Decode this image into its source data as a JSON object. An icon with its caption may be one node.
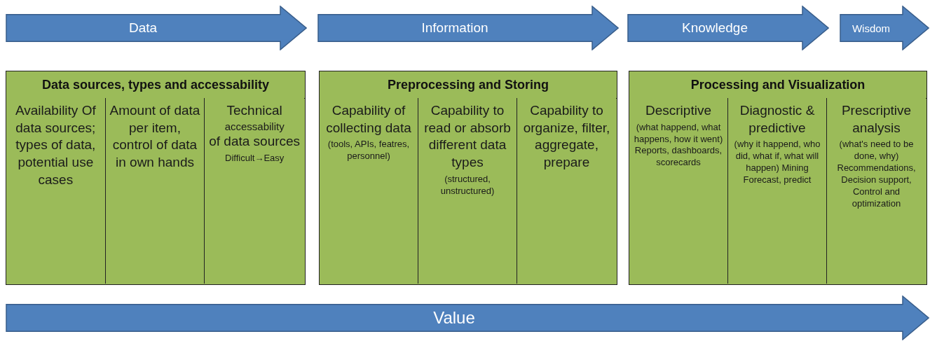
{
  "diagram": {
    "nodes": [
      {
        "text": [
          "Data"
        ]
      },
      {
        "text": [
          "Information"
        ]
      },
      {
        "text": [
          "Knowledge"
        ]
      },
      {
        "text": [
          "Wisdom"
        ]
      },
      {
        "text": [
          "Data sources, types and accessability"
        ]
      },
      {
        "text": [
          "Availability Of data sources; types of data, potential use cases"
        ],
        "in": 4
      },
      {
        "text": [
          "Amount of data per item, control of data in own hands"
        ],
        "in": 4
      },
      {
        "text": [
          "Technical",
          "accessability",
          "of data sources",
          "Difficult→Easy"
        ],
        "in": 4
      },
      {
        "text": [
          "Preprocessing and Storing"
        ]
      },
      {
        "text": [
          "Capability of collecting data",
          "(tools, APIs, featres, personnel)"
        ],
        "in": 8
      },
      {
        "text": [
          "Capability to read or absorb different data types",
          "(structured, unstructured)"
        ],
        "in": 8
      },
      {
        "text": [
          "Capability to organize, filter, aggregate, prepare"
        ],
        "in": 8
      },
      {
        "text": [
          "Processing and Visualization"
        ]
      },
      {
        "text": [
          "Descriptive",
          "(what happend, what happens, how it went) Reports, dashboards, scorecards"
        ],
        "in": 12
      },
      {
        "text": [
          "Diagnostic & predictive",
          "(why it happend, who did, what if, what will happen) Mining Forecast, predict"
        ],
        "in": 12
      },
      {
        "text": [
          "Prescriptive analysis",
          "(what's need to be done, why) Recommendations, Decision support, Control and optimization"
        ],
        "in": 12
      },
      {
        "text": [
          "Value"
        ]
      }
    ]
  }
}
